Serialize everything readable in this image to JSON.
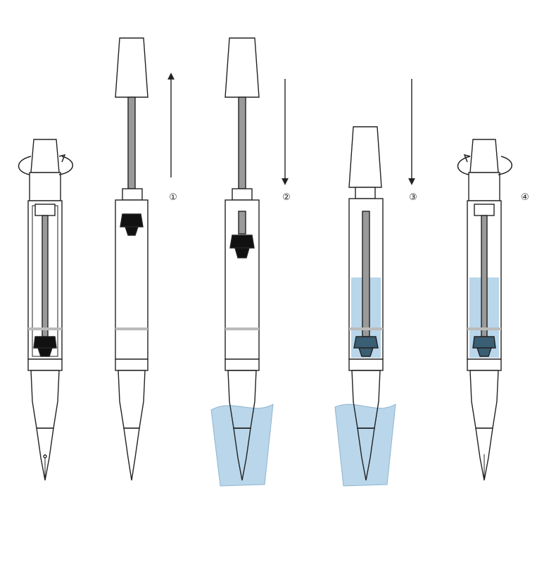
{
  "diagram": {
    "steps": [
      {
        "marker": "①",
        "direction": "up"
      },
      {
        "marker": "②",
        "direction": "down"
      },
      {
        "marker": "③",
        "direction": "down"
      },
      {
        "marker": "④",
        "direction": "none"
      }
    ],
    "pens": [
      {
        "id": "pen-1",
        "state": "closed-twist-open",
        "ink_level": 0,
        "dipped": false
      },
      {
        "id": "pen-2",
        "state": "knob-pulled-up",
        "ink_level": 0,
        "dipped": false
      },
      {
        "id": "pen-3",
        "state": "piston-pushed-down-in-ink",
        "ink_level": 0,
        "dipped": true
      },
      {
        "id": "pen-4",
        "state": "piston-released-filling",
        "ink_level": 0.5,
        "dipped": true
      },
      {
        "id": "pen-5",
        "state": "closed-twist-close",
        "ink_level": 0.5,
        "dipped": false
      }
    ],
    "colors": {
      "outline": "#222222",
      "ink": "#b9d6ea",
      "ink_edge": "#8fb4cf",
      "rod": "#9a9a9a",
      "piston": "#111111",
      "band": "#bbbbbb"
    }
  }
}
